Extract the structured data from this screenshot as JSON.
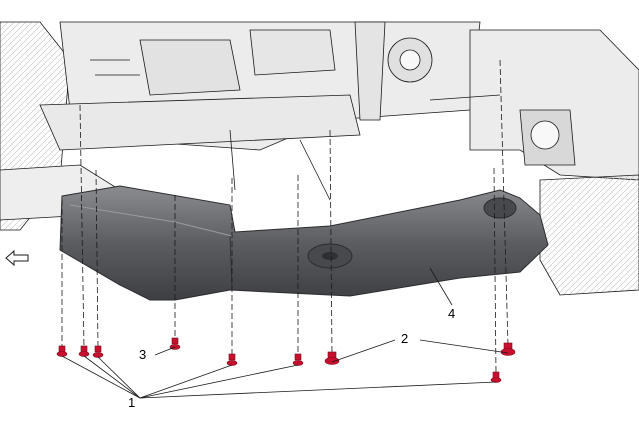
{
  "callouts": {
    "fastener_bolt": "1",
    "bolt_large": "2",
    "bolt_small": "3",
    "shield": "4"
  },
  "direction_indicator": {
    "icon": "arrow-left-icon",
    "meaning": "front"
  },
  "colors": {
    "fastener": "#c8102e",
    "shield_body": "#5b5d61",
    "shield_edge": "#2b2c2e",
    "linework": "#1a1a1a",
    "background": "#ffffff"
  }
}
